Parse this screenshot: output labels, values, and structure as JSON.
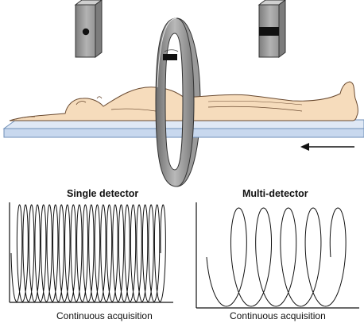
{
  "labels": {
    "single_title": "Single detector",
    "multi_title": "Multi-detector",
    "single_caption": "Continuous acquisition",
    "multi_caption": "Continuous acquisition"
  },
  "colors": {
    "table_fill": "#c8d8ee",
    "table_edge": "#6f8fb8",
    "skin": "#f6dcbc",
    "skin_outline": "#6a4a30",
    "gantry": "#8e8e8e",
    "detector_block": "#a3a3a3",
    "ink": "#111111"
  },
  "icons": [
    "left-arrow-icon"
  ],
  "single_helix": {
    "loops": 25
  },
  "multi_helix": {
    "loops": 5
  }
}
